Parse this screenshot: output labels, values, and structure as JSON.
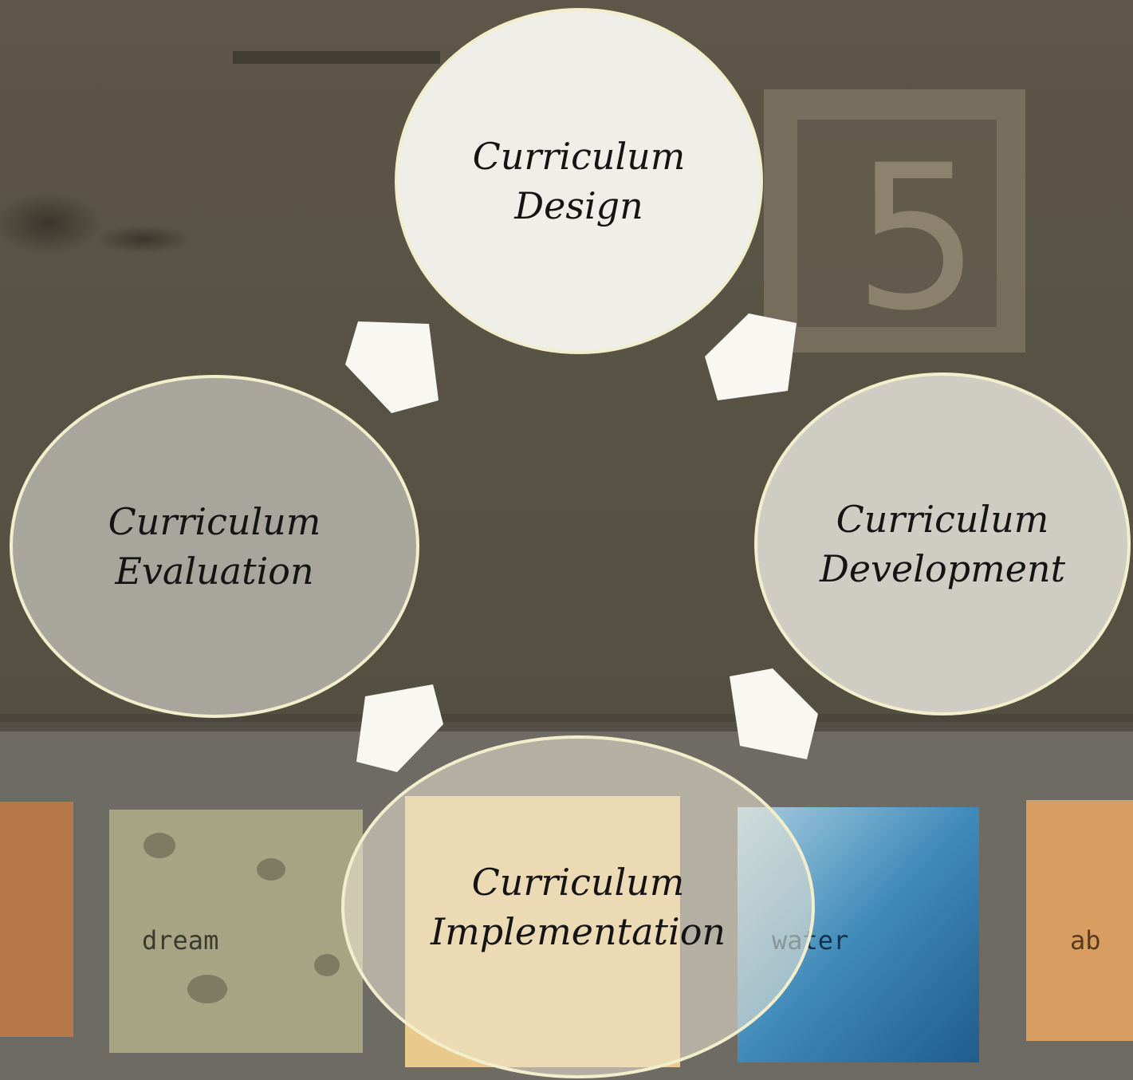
{
  "diagram": {
    "type": "cycle",
    "nodes": [
      {
        "id": "design",
        "label": "Curriculum\nDesign"
      },
      {
        "id": "development",
        "label": "Curriculum\nDevelopment"
      },
      {
        "id": "implementation",
        "label": "Curriculum\nImplementation"
      },
      {
        "id": "evaluation",
        "label": "Curriculum\nEvaluation"
      }
    ],
    "edges": [
      {
        "from": "design",
        "to": "development"
      },
      {
        "from": "development",
        "to": "implementation"
      },
      {
        "from": "implementation",
        "to": "evaluation"
      },
      {
        "from": "evaluation",
        "to": "design"
      }
    ]
  },
  "background": {
    "tiles": [
      {
        "text": "dream"
      },
      {
        "text": "water"
      },
      {
        "text": "ab"
      }
    ],
    "stamp_digit": "5"
  },
  "colors": {
    "wall": "#5a5245",
    "node_border": "#f2eecc",
    "arrow": "#f8f7f2"
  }
}
